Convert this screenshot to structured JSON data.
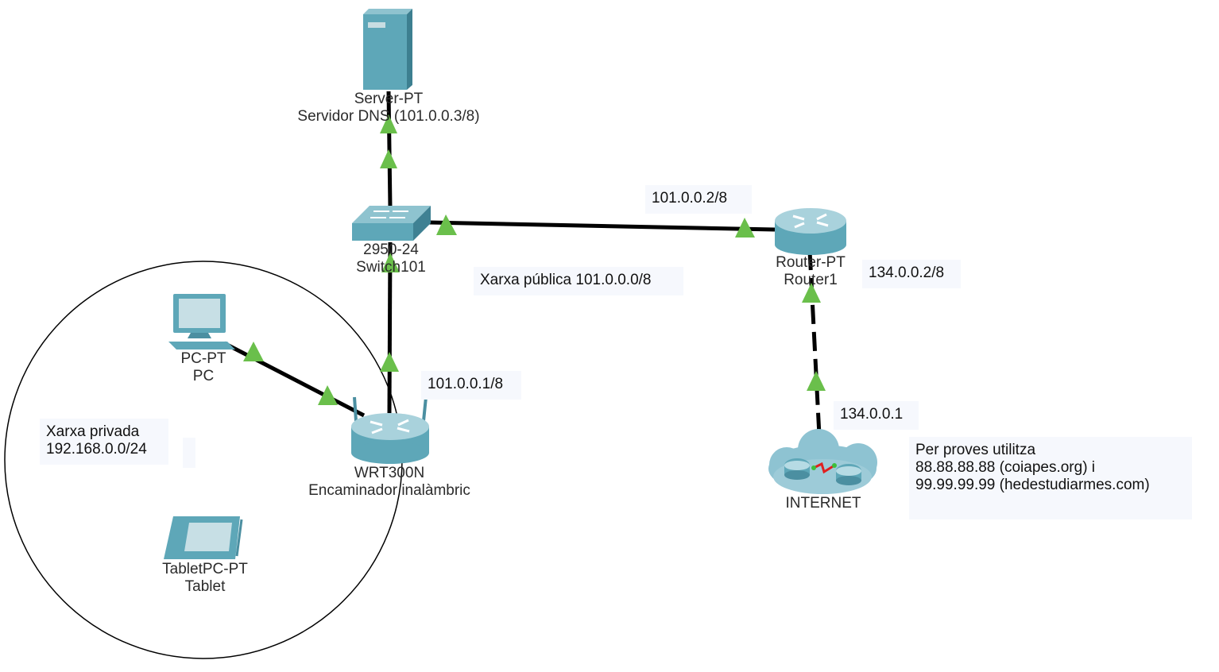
{
  "devices": {
    "server": {
      "model": "Server-PT",
      "name": "Servidor DNS (101.0.0.3/8)",
      "icon": "server-icon"
    },
    "switch": {
      "model": "2950-24",
      "name": "Switch101",
      "icon": "switch-icon"
    },
    "router": {
      "model": "Router-PT",
      "name": "Router1",
      "icon": "router-icon"
    },
    "wrt": {
      "model": "WRT300N",
      "name": "Encaminador inalàmbric",
      "icon": "wireless-router-icon"
    },
    "pc": {
      "model": "PC-PT",
      "name": "PC",
      "icon": "pc-icon"
    },
    "tablet": {
      "model": "TabletPC-PT",
      "name": "Tablet",
      "icon": "tablet-icon"
    },
    "cloud": {
      "name": "INTERNET",
      "icon": "cloud-icon"
    }
  },
  "notes": {
    "router_lan_ip": "101.0.0.2/8",
    "router_wan_ip": "134.0.0.2/8",
    "public_network": "Xarxa pública 101.0.0.0/8",
    "wrt_ip": "101.0.0.1/8",
    "internet_ip": "134.0.0.1",
    "private_network": [
      "Xarxa privada",
      "192.168.0.0/24"
    ],
    "testing": [
      "Per proves utilitza",
      "88.88.88.88 (coiapes.org)  i",
      "99.99.99.99 (hedestudiarmes.com)"
    ]
  },
  "colors": {
    "link": "#000000",
    "link_up": "#6abf4b",
    "device_teal": "#5ea7b8",
    "note_bg": "#f6f8fd"
  }
}
